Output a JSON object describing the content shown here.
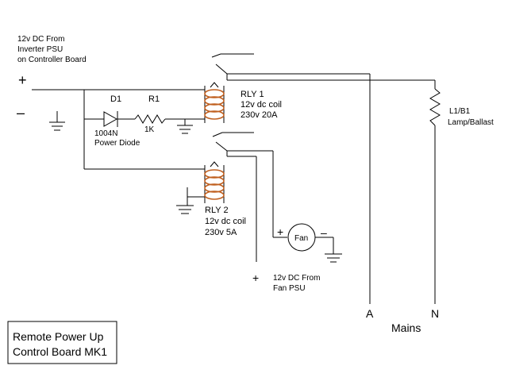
{
  "supply": {
    "line1": "12v DC From",
    "line2": "Inverter PSU",
    "line3": "on Controller Board",
    "plus": "+",
    "minus": "–"
  },
  "diode": {
    "ref": "D1",
    "part_line1": "1004N",
    "part_line2": "Power Diode"
  },
  "resistor": {
    "ref": "R1",
    "value": "1K"
  },
  "relay1": {
    "name": "RLY 1",
    "coil": "12v dc coil",
    "rating": "230v 20A"
  },
  "relay2": {
    "name": "RLY 2",
    "coil": "12v dc coil",
    "rating": "230v 5A"
  },
  "fan": {
    "label": "Fan",
    "plus": "+",
    "minus": "–"
  },
  "fan_supply": {
    "plus": "+",
    "line1": "12v DC From",
    "line2": "Fan PSU"
  },
  "lamp": {
    "line1": "L1/B1",
    "line2": "Lamp/Ballast"
  },
  "mains": {
    "a": "A",
    "n": "N",
    "label": "Mains"
  },
  "title_box": {
    "line1": "Remote Power Up",
    "line2": "Control Board MK1"
  }
}
